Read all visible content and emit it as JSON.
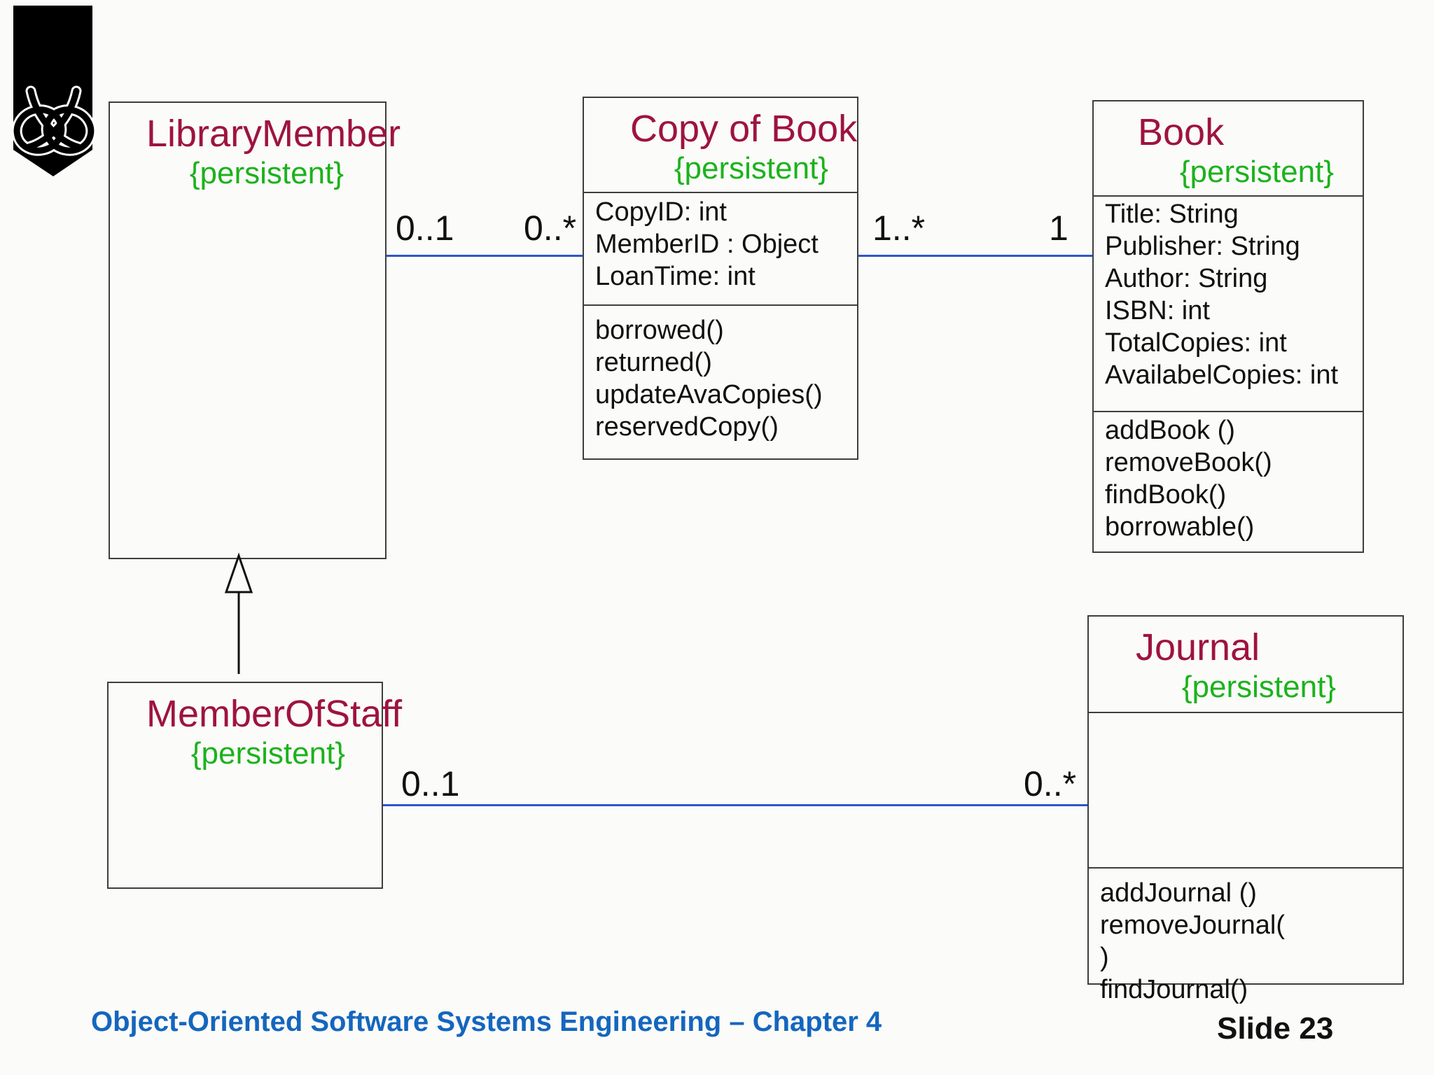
{
  "slide": {
    "footer_title": "Object-Oriented Software Systems Engineering – Chapter 4",
    "slide_number": "Slide 23"
  },
  "classes": [
    {
      "title": "LibraryMember",
      "stereotype": "{persistent}",
      "attributes": [],
      "methods": []
    },
    {
      "title": "Copy of Book",
      "stereotype": "{persistent}",
      "attributes": [
        "CopyID: int",
        "MemberID : Object",
        "LoanTime: int"
      ],
      "methods": [
        "borrowed()",
        "returned()",
        "updateAvaCopies()",
        "reservedCopy()"
      ]
    },
    {
      "title": "Book",
      "stereotype": "{persistent}",
      "attributes": [
        "Title: String",
        "Publisher: String",
        "Author: String",
        "ISBN: int",
        "TotalCopies: int",
        "AvailabelCopies: int"
      ],
      "methods": [
        "addBook ()",
        "removeBook()",
        "findBook()",
        "borrowable()"
      ]
    },
    {
      "title": "MemberOfStaff",
      "stereotype": "{persistent}",
      "attributes": [],
      "methods": []
    },
    {
      "title": "Journal",
      "stereotype": "{persistent}",
      "attributes": [],
      "methods": [
        "addJournal ()",
        "removeJournal(",
        ")",
        "findJournal()"
      ]
    }
  ],
  "associations": [
    {
      "from": "LibraryMember",
      "to": "Copy of Book",
      "from_multiplicity": "0..1",
      "to_multiplicity": "0..*"
    },
    {
      "from": "Copy of Book",
      "to": "Book",
      "from_multiplicity": "1..*",
      "to_multiplicity": "1"
    },
    {
      "from": "MemberOfStaff",
      "to": "Journal",
      "from_multiplicity": "0..1",
      "to_multiplicity": "0..*"
    }
  ],
  "generalization": {
    "subclass": "MemberOfStaff",
    "superclass": "LibraryMember"
  },
  "colors": {
    "class_title": "#9E1340",
    "stereotype": "#1CB21C",
    "association_line": "#2E55CB",
    "footer_text": "#1466BE",
    "box_border": "#3E3E3E",
    "text": "#101010",
    "background": "#FBFBF9",
    "logo": "#000000"
  }
}
